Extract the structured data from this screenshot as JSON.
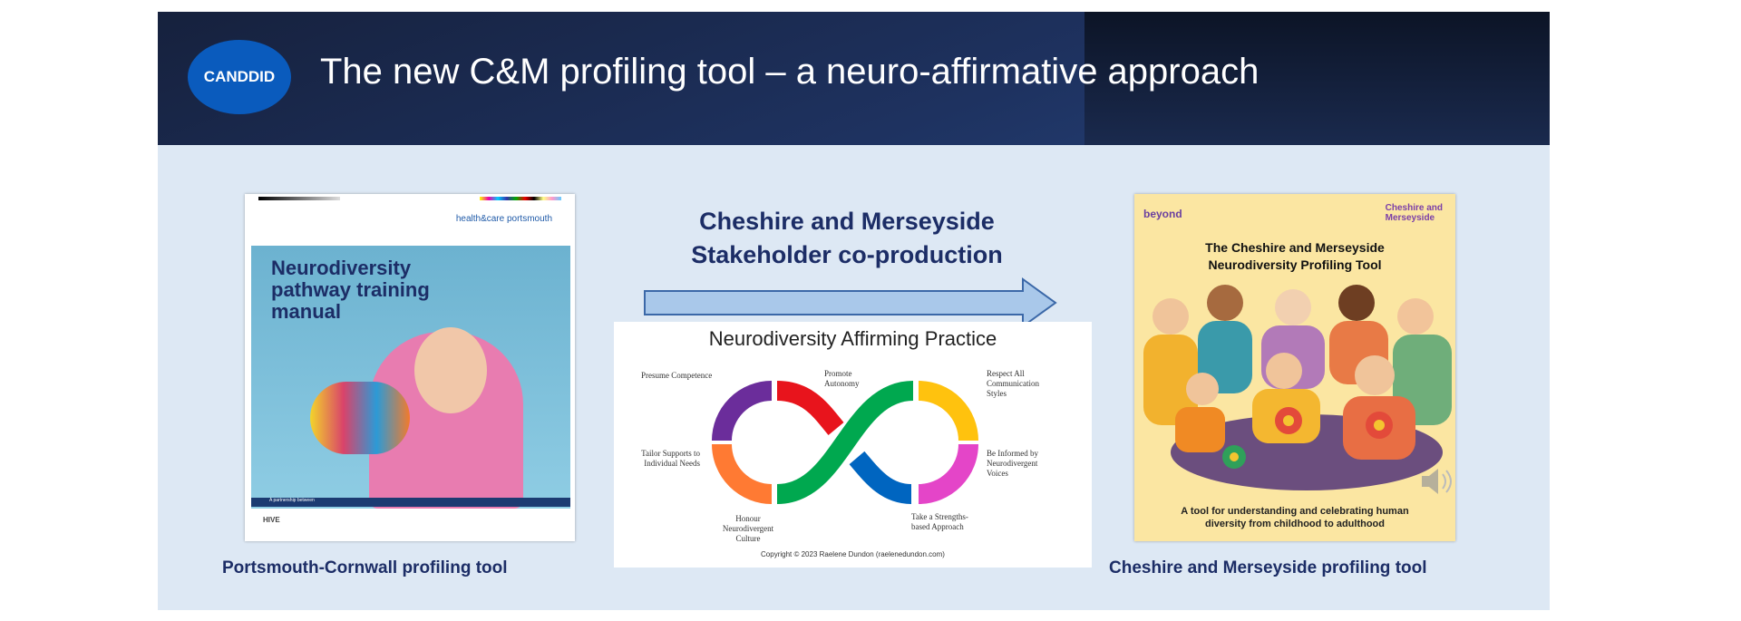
{
  "header": {
    "logo": "CANDDID",
    "title": "The new C&M profiling tool – a neuro-affirmative approach"
  },
  "left_book": {
    "title_lines": [
      "Neurodiversity",
      "pathway training",
      "manual"
    ],
    "publisher": "health&care portsmouth",
    "strip": "A partnership between",
    "logo_text": "HIVE",
    "caption": "Portsmouth-Cornwall profiling tool"
  },
  "middle": {
    "arrow_text": [
      "Cheshire and Merseyside",
      "Stakeholder co-production"
    ],
    "diagram": {
      "title": "Neurodiversity Affirming Practice",
      "labels": [
        "Presume Competence",
        "Promote Autonomy",
        "Respect All Communication Styles",
        "Tailor Supports to Individual Needs",
        "Be Informed by Neurodivergent Voices",
        "Honour Neurodivergent Culture",
        "Take a Strengths-based Approach"
      ],
      "copyright": "Copyright © 2023 Raelene Dundon (raelenedundon.com)",
      "colors": [
        "#6b2d9b",
        "#e8141c",
        "#00a84f",
        "#ffc20e",
        "#ff7a33",
        "#e445c8",
        "#0065c0"
      ]
    }
  },
  "right_book": {
    "beyond": "beyond",
    "org": [
      "Cheshire and",
      "Merseyside"
    ],
    "title_lines": [
      "The Cheshire and Merseyside",
      "Neurodiversity Profiling Tool"
    ],
    "subtitle_lines": [
      "A tool for understanding and celebrating human",
      "diversity from childhood to adulthood"
    ],
    "caption": "Cheshire and Merseyside profiling tool"
  }
}
